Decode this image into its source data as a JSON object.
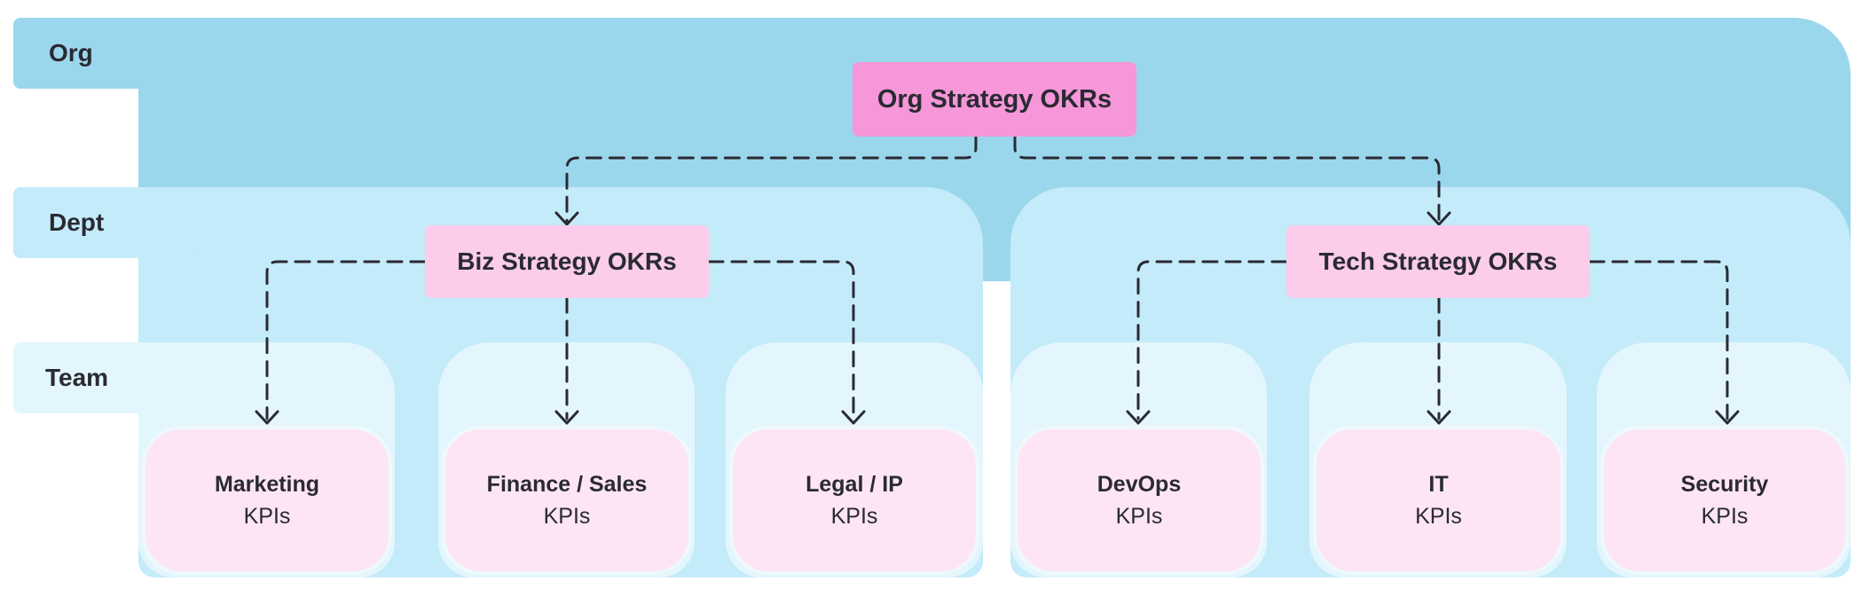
{
  "layers": {
    "org": "Org",
    "dept": "Dept",
    "team": "Team"
  },
  "okrs": {
    "org": "Org Strategy OKRs",
    "biz": "Biz Strategy OKRs",
    "tech": "Tech Strategy OKRs"
  },
  "teams": [
    {
      "name": "Marketing",
      "kpi": "KPIs"
    },
    {
      "name": "Finance / Sales",
      "kpi": "KPIs"
    },
    {
      "name": "Legal / IP",
      "kpi": "KPIs"
    },
    {
      "name": "DevOps",
      "kpi": "KPIs"
    },
    {
      "name": "IT",
      "kpi": "KPIs"
    },
    {
      "name": "Security",
      "kpi": "KPIs"
    }
  ],
  "colors": {
    "org_layer": "#9bd7ec",
    "dept_layer": "#c4ebf9",
    "team_layer": "#e4f6fd",
    "org_okr": "#f597d8",
    "dept_okr": "#fbcdea",
    "team_kpi": "#fde5f5",
    "connector": "#2a2a33"
  }
}
